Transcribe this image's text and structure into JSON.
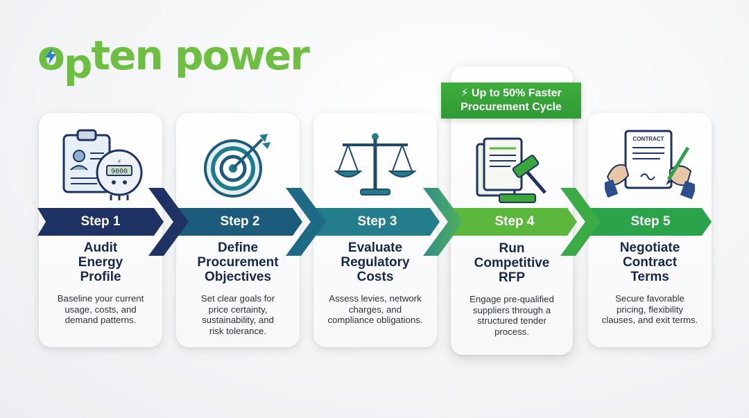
{
  "logo": {
    "text_before": "o",
    "text_after": "ten power",
    "middle_glyph": "p"
  },
  "banner": {
    "icon": "lightning-bolt-icon",
    "text": "⚡ Up to 50% Faster\nProcurement Cycle"
  },
  "steps": [
    {
      "label": "Step 1",
      "title": "Audit\nEnergy\nProfile",
      "desc": "Baseline your current\nusage, costs, and\ndemand patterns.",
      "icon": "clipboard-meter-icon",
      "meter_reading": "9000",
      "color": "#1e3263"
    },
    {
      "label": "Step 2",
      "title": "Define\nProcurement\nObjectives",
      "desc": "Set clear goals for\nprice certainty,\nsustainability, and\nrisk tolerance.",
      "icon": "target-arrow-icon",
      "color": "#1d5b7d"
    },
    {
      "label": "Step 3",
      "title": "Evaluate\nRegulatory\nCosts",
      "desc": "Assess levies, network\ncharges, and\ncompliance obligations.",
      "icon": "balance-scale-icon",
      "color": "#247d8b"
    },
    {
      "label": "Step 4",
      "title": "Run\nCompetitive\nRFP",
      "desc": "Engage pre-qualified\nsuppliers through a\nstructured tender\nprocess.",
      "icon": "documents-gavel-icon",
      "color": "#5cb83c"
    },
    {
      "label": "Step 5",
      "title": "Negotiate\nContract\nTerms",
      "desc": "Secure favorable\npricing, flexibility\nclauses, and exit terms.",
      "icon": "contract-signing-icon",
      "contract_label": "CONTRACT",
      "color": "#2aa34a"
    }
  ],
  "colors": {
    "brand_green": "#6cbf3f",
    "brand_blue": "#2b7fd0",
    "title_navy": "#15284b",
    "banner_green": "#3aa63b"
  }
}
